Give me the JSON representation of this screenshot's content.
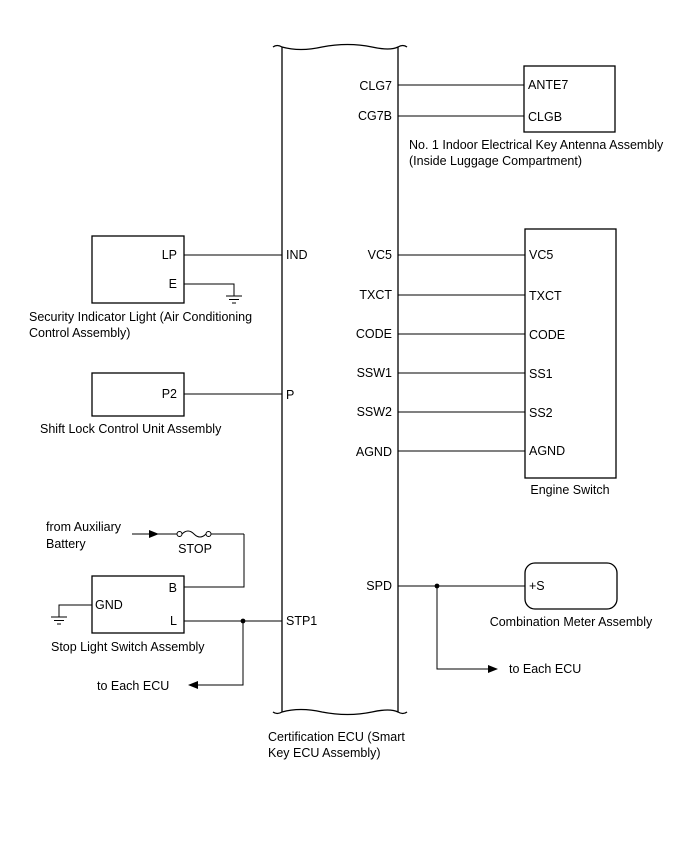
{
  "ecu": {
    "label_line1": "Certification ECU (Smart",
    "label_line2": "Key ECU Assembly)",
    "left_pins": {
      "ind": "IND",
      "p": "P",
      "stp1": "STP1"
    },
    "right_pins": {
      "clg7": "CLG7",
      "cg7b": "CG7B",
      "vc5": "VC5",
      "txct": "TXCT",
      "code": "CODE",
      "ssw1": "SSW1",
      "ssw2": "SSW2",
      "agnd": "AGND",
      "spd": "SPD"
    }
  },
  "antenna": {
    "pins": {
      "ante7": "ANTE7",
      "clgb": "CLGB"
    },
    "label_line1": "No. 1 Indoor Electrical Key Antenna Assembly",
    "label_line2": "(Inside Luggage Compartment)"
  },
  "engine_switch": {
    "pins": {
      "vc5": "VC5",
      "txct": "TXCT",
      "code": "CODE",
      "ss1": "SS1",
      "ss2": "SS2",
      "agnd": "AGND"
    },
    "label": "Engine Switch"
  },
  "meter": {
    "pin": "+S",
    "label": "Combination Meter Assembly",
    "to_ecu": "to Each ECU"
  },
  "security_light": {
    "pins": {
      "lp": "LP",
      "e": "E"
    },
    "label_line1": "Security Indicator Light (Air Conditioning",
    "label_line2": "Control Assembly)"
  },
  "shift_lock": {
    "pin": "P2",
    "label": "Shift Lock Control Unit Assembly"
  },
  "stop_switch": {
    "pins": {
      "b": "B",
      "l": "L",
      "gnd": "GND"
    },
    "label": "Stop Light Switch Assembly",
    "from_line1": "from Auxiliary",
    "from_line2": "Battery",
    "fuse": "STOP",
    "to_ecu": "to Each ECU"
  }
}
